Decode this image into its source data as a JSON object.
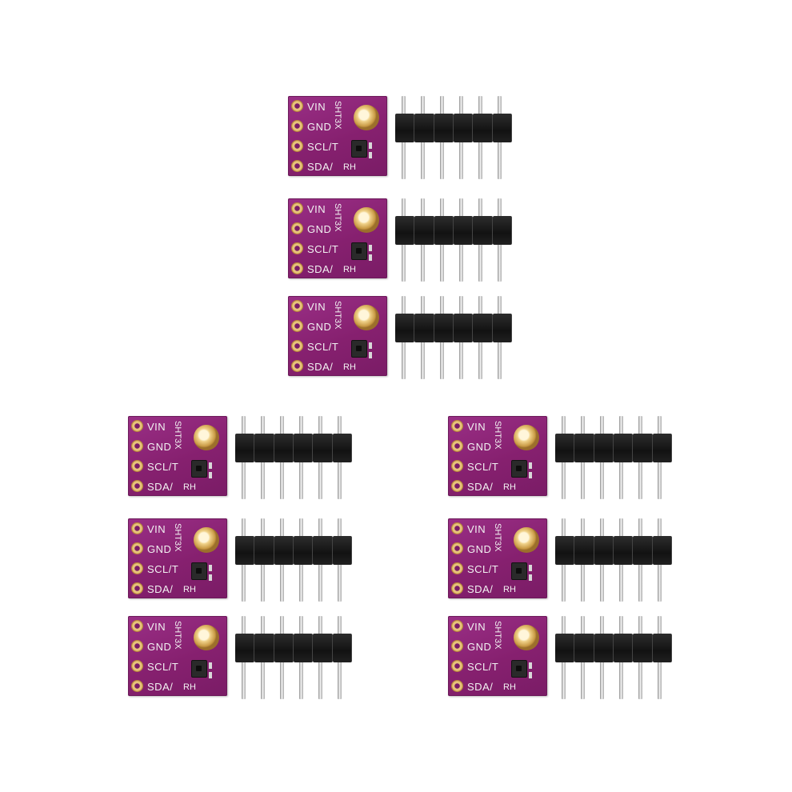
{
  "pin_labels": [
    "VIN",
    "GND",
    "SCL/T",
    "SDA/"
  ],
  "chip_name": "SHT3X",
  "rh_label": "RH",
  "colors": {
    "pcb": "#86206f",
    "pad": "#e7c27a",
    "header": "#151515",
    "pin": "#d8d8d8"
  },
  "kits": 9
}
